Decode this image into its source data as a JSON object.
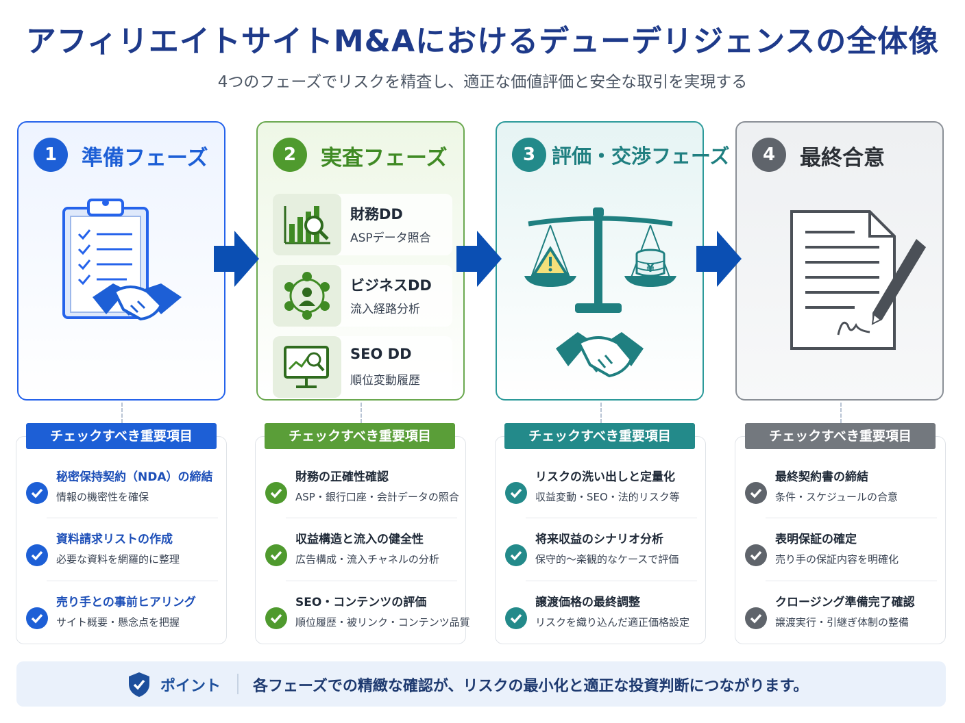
{
  "title": "アフィリエイトサイトM&Aにおけるデューデリジェンスの全体像",
  "subtitle": "4つのフェーズでリスクを精査し、適正な価値評価と安全な取引を実現する",
  "phases": [
    {
      "num": "1",
      "title": "準備フェーズ"
    },
    {
      "num": "2",
      "title": "実査フェーズ",
      "dd": [
        {
          "title": "財務DD",
          "desc": "ASPデータ照合"
        },
        {
          "title": "ビジネスDD",
          "desc": "流入経路分析"
        },
        {
          "title": "SEO DD",
          "desc": "順位変動履歴"
        }
      ]
    },
    {
      "num": "3",
      "title": "評価・交渉フェーズ"
    },
    {
      "num": "4",
      "title": "最終合意"
    }
  ],
  "checklist_header": "チェックすべき重要項目",
  "checklists": [
    [
      {
        "title": "秘密保持契約（NDA）の締結",
        "desc": "情報の機密性を確保"
      },
      {
        "title": "資料請求リストの作成",
        "desc": "必要な資料を網羅的に整理"
      },
      {
        "title": "売り手との事前ヒアリング",
        "desc": "サイト概要・懸念点を把握"
      }
    ],
    [
      {
        "title": "財務の正確性確認",
        "desc": "ASP・銀行口座・会計データの照合"
      },
      {
        "title": "収益構造と流入の健全性",
        "desc": "広告構成・流入チャネルの分析"
      },
      {
        "title": "SEO・コンテンツの評価",
        "desc": "順位履歴・被リンク・コンテンツ品質"
      }
    ],
    [
      {
        "title": "リスクの洗い出しと定量化",
        "desc": "収益変動・SEO・法的リスク等"
      },
      {
        "title": "将来収益のシナリオ分析",
        "desc": "保守的〜楽観的なケースで評価"
      },
      {
        "title": "譲渡価格の最終調整",
        "desc": "リスクを織り込んだ適正価格設定"
      }
    ],
    [
      {
        "title": "最終契約書の締結",
        "desc": "条件・スケジュールの合意"
      },
      {
        "title": "表明保証の確定",
        "desc": "売り手の保証内容を明確化"
      },
      {
        "title": "クロージング準備完了確認",
        "desc": "譲渡実行・引継ぎ体制の整備"
      }
    ]
  ],
  "point": {
    "label": "ポイント",
    "text": "各フェーズでの精緻な確認が、リスクの最小化と適正な投資判断につながります。"
  },
  "colors": {
    "phase1": "#1d5fd6",
    "phase2": "#4f9a2e",
    "phase3": "#238a8a",
    "phase4": "#5f646b",
    "arrow": "#0b4fb3"
  }
}
